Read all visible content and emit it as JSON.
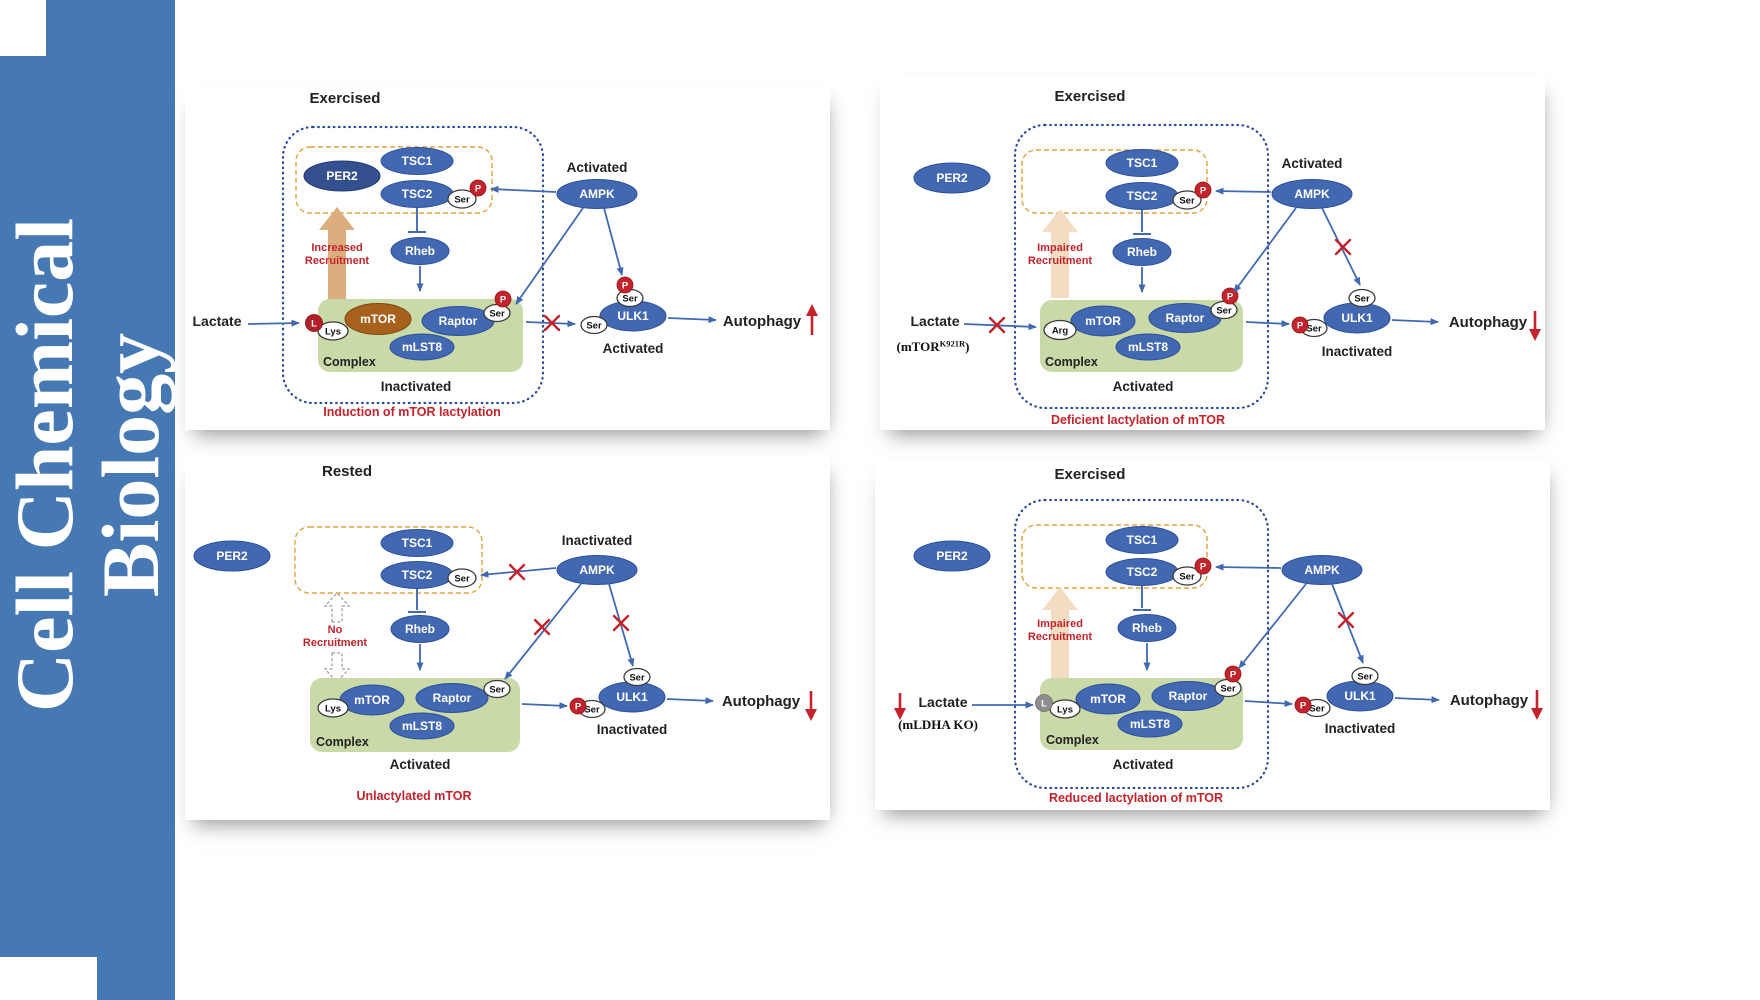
{
  "journal": {
    "name_line1": "Cell Chemical",
    "name_line2": "Biology"
  },
  "colors": {
    "sidebar_blue": "#4679b4",
    "node_blue": "#4268b1",
    "per2_dark_blue": "#35508e",
    "mtor_brown": "#a8611c",
    "complex_green": "#c9d9a7",
    "accent_red": "#c4232b",
    "lactyl_red": "#b01f29",
    "lactyl_gray": "#8d8d8d",
    "recruit_orange": "#dcae7e",
    "recruit_orange_faded": "#f2dcc2",
    "arrow_blue": "#4169b2",
    "dotted_border_blue": "#27489c",
    "dashed_border_orange": "#e5a33f"
  },
  "panels": {
    "exercised_wt": {
      "title": "Exercised",
      "caption": "Induction of mTOR lactylation",
      "labels": {
        "per2": "PER2",
        "tsc1": "TSC1",
        "tsc2": "TSC2",
        "ser": "Ser",
        "p": "P",
        "ampk": "AMPK",
        "ampk_state": "Activated",
        "recruit_line1": "Increased",
        "recruit_line2": "Recruitment",
        "rheb": "Rheb",
        "lactate": "Lactate",
        "l": "L",
        "lys": "Lys",
        "mtor": "mTOR",
        "raptor": "Raptor",
        "mlst8": "mLST8",
        "complex": "Complex",
        "complex_state": "Inactivated",
        "ulk1": "ULK1",
        "ulk1_state": "Activated",
        "autophagy": "Autophagy",
        "autophagy_direction": "up"
      }
    },
    "exercised_k921r": {
      "title": "Exercised",
      "caption": "Deficient lactylation of mTOR",
      "labels": {
        "per2": "PER2",
        "tsc1": "TSC1",
        "tsc2": "TSC2",
        "ser": "Ser",
        "p": "P",
        "ampk": "AMPK",
        "ampk_state": "Activated",
        "recruit_line1": "Impaired",
        "recruit_line2": "Recruitment",
        "rheb": "Rheb",
        "lactate": "Lactate",
        "mutant_pre": "(mTOR",
        "mutant_sup": "K921R",
        "mutant_post": ")",
        "arg": "Arg",
        "mtor": "mTOR",
        "raptor": "Raptor",
        "mlst8": "mLST8",
        "complex": "Complex",
        "complex_state": "Activated",
        "ulk1": "ULK1",
        "ulk1_state": "Inactivated",
        "autophagy": "Autophagy",
        "autophagy_direction": "down"
      }
    },
    "rested": {
      "title": "Rested",
      "caption": "Unlactylated mTOR",
      "labels": {
        "per2": "PER2",
        "tsc1": "TSC1",
        "tsc2": "TSC2",
        "ser": "Ser",
        "p": "P",
        "ampk": "AMPK",
        "ampk_state": "Inactivated",
        "recruit_line1": "No",
        "recruit_line2": "Recruitment",
        "rheb": "Rheb",
        "lys": "Lys",
        "mtor": "mTOR",
        "raptor": "Raptor",
        "mlst8": "mLST8",
        "complex": "Complex",
        "complex_state": "Activated",
        "ulk1": "ULK1",
        "ulk1_state": "Inactivated",
        "autophagy": "Autophagy",
        "autophagy_direction": "down"
      }
    },
    "exercised_ldha_ko": {
      "title": "Exercised",
      "caption": "Reduced lactylation of mTOR",
      "labels": {
        "per2": "PER2",
        "tsc1": "TSC1",
        "tsc2": "TSC2",
        "ser": "Ser",
        "p": "P",
        "ampk": "AMPK",
        "ampk_state": "Activated",
        "recruit_line1": "Impaired",
        "recruit_line2": "Recruitment",
        "rheb": "Rheb",
        "lactate": "Lactate",
        "knockout": "(mLDHA KO)",
        "l": "L",
        "lys": "Lys",
        "mtor": "mTOR",
        "raptor": "Raptor",
        "mlst8": "mLST8",
        "complex": "Complex",
        "complex_state": "Activated",
        "ulk1": "ULK1",
        "ulk1_state": "Inactivated",
        "autophagy": "Autophagy",
        "autophagy_direction": "down"
      }
    }
  }
}
